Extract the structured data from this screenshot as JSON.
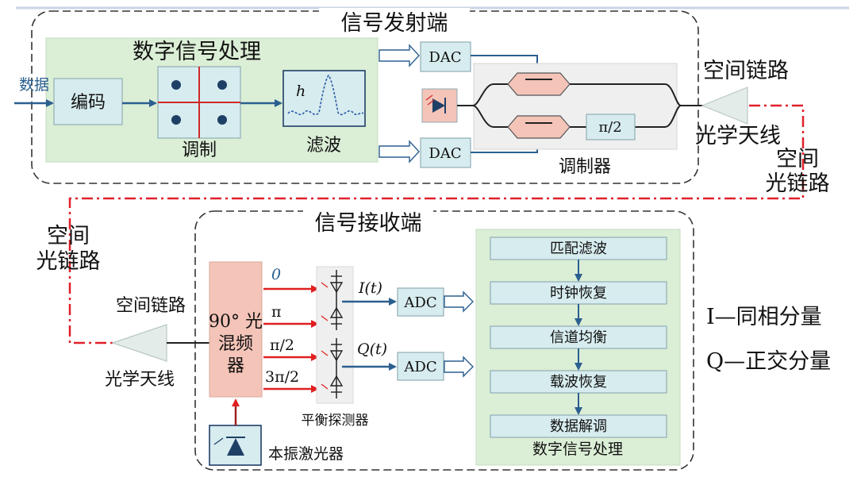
{
  "transmitter": {
    "title": "信号发射端",
    "dsp_title": "数字信号处理",
    "input_label": "数据",
    "encode_label": "编码",
    "modulation_label": "调制",
    "filter_label": "滤波",
    "filter_symbol": "h",
    "dac_label": "DAC",
    "modulator_label": "调制器",
    "phase_shift_label": "π/2",
    "space_link_label": "空间链路",
    "antenna_label": "光学天线"
  },
  "optical_link": {
    "label_line1": "空间",
    "label_line2": "光链路"
  },
  "receiver": {
    "title": "信号接收端",
    "space_link_label": "空间链路",
    "antenna_label": "光学天线",
    "hybrid_line1": "90° 光",
    "hybrid_line2": "混频",
    "hybrid_line3": "器",
    "phases": [
      "0",
      "π",
      "π/2",
      "3π/2"
    ],
    "i_label": "I(t)",
    "q_label": "Q(t)",
    "adc_label": "ADC",
    "detector_label": "平衡探测器",
    "lo_label": "本振激光器",
    "dsp_title": "数字信号处理",
    "dsp_steps": [
      "匹配滤波",
      "时钟恢复",
      "信道均衡",
      "载波恢复",
      "数据解调"
    ]
  },
  "legend": {
    "i_def": "I—同相分量",
    "q_def": "Q—正交分量"
  },
  "colors": {
    "green_panel": "#dbeed6",
    "blue_box": "#d7ecef",
    "pink_box": "#f4c4b8",
    "arrow_blue": "#2b5f8f",
    "arrow_red": "#e02020",
    "link_red": "#e0202a"
  }
}
